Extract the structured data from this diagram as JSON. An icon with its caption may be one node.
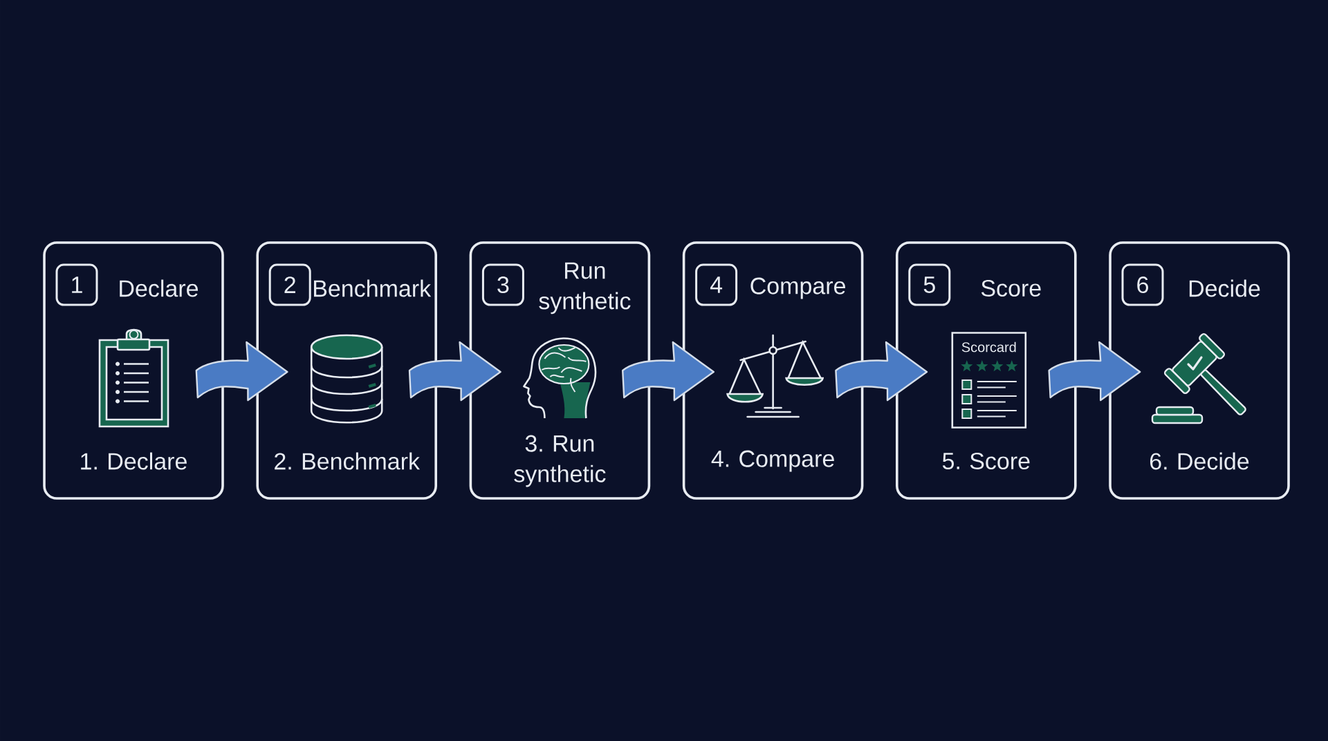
{
  "diagram": {
    "nodes": [
      {
        "text": [
          "Declare",
          "1. Declare"
        ]
      },
      {
        "text": [
          "1"
        ],
        "in": 0
      },
      {
        "text": [
          "Benchmark",
          "2. Benchmark"
        ]
      },
      {
        "text": [
          "2"
        ],
        "in": 2
      },
      {
        "text": [
          "Run synthetic",
          "3. Run synthetic"
        ]
      },
      {
        "text": [
          "3"
        ],
        "in": 4
      },
      {
        "text": [
          "Compare",
          "4. Compare"
        ]
      },
      {
        "text": [
          "4"
        ],
        "in": 6
      },
      {
        "text": [
          "Score",
          "5. Score"
        ]
      },
      {
        "text": [
          "5"
        ],
        "in": 8
      },
      {
        "text": [
          "Scorcard"
        ],
        "in": 8
      },
      {
        "text": [
          "Decide",
          "6. Decide"
        ]
      },
      {
        "text": [
          "6"
        ],
        "in": 11
      }
    ],
    "edges": [
      {
        "from": 0,
        "to": 2,
        "arrow": "to"
      },
      {
        "from": 2,
        "to": 4,
        "arrow": "to"
      },
      {
        "from": 4,
        "to": 6,
        "arrow": "to"
      },
      {
        "from": 6,
        "to": 8,
        "arrow": "to"
      },
      {
        "from": 8,
        "to": 11,
        "arrow": "to"
      }
    ]
  }
}
